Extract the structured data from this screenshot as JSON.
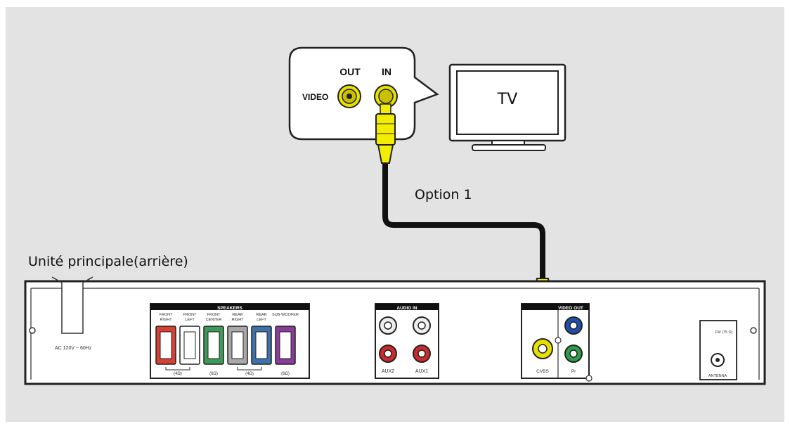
{
  "callout": {
    "out_label": "OUT",
    "in_label": "IN",
    "video_label": "VIDEO"
  },
  "tv": {
    "label": "TV"
  },
  "cable": {
    "option_label": "Option 1"
  },
  "unit": {
    "caption": "Unité principale(arrière)",
    "power_label": "AC 120V ~ 60Hz",
    "speakers": {
      "title": "SPEAKERS",
      "terminals": [
        "FRONT RIGHT",
        "FRONT LEFT",
        "FRONT CENTER",
        "REAR RIGHT",
        "REAR LEFT",
        "SUB-WOOFER"
      ],
      "impedance": [
        "(4Ω)",
        "(6Ω)",
        "(4Ω)",
        "(6Ω)"
      ]
    },
    "audio_in": {
      "title": "AUDIO IN",
      "labels": [
        "AUX2",
        "AUX1"
      ]
    },
    "video_out": {
      "title": "VIDEO OUT",
      "cvbs_label": "CVBS",
      "pr_label": "Pr"
    },
    "antenna": {
      "fm_label": "FM (75 Ω)",
      "antenna_label": "ANTENNA"
    }
  },
  "colors": {
    "background": "#e3e3e3",
    "cable_yellow": "#f2ec00",
    "front_right": "#d94032",
    "front_center": "#3f9a5a",
    "rear_right": "#a9a9a9",
    "rear_left": "#3e72ab",
    "subwoofer": "#8a3d98",
    "jack_red": "#cc2b2b",
    "jack_blue": "#1f4fae",
    "jack_green": "#2f9e4c"
  }
}
